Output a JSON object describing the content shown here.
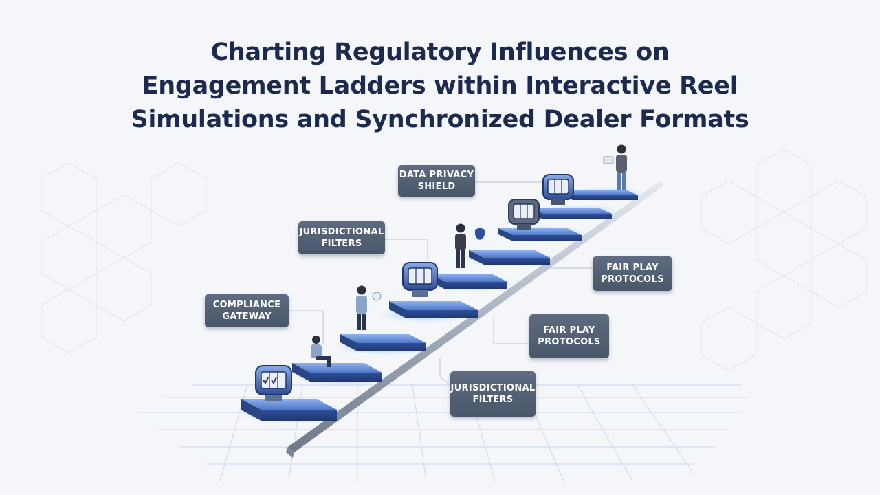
{
  "title": {
    "line1": "Charting Regulatory Influences on",
    "line2": "Engagement Ladders within Interactive Reel",
    "line3": "Simulations and Synchronized Dealer Formats"
  },
  "labels": {
    "data_privacy": {
      "line1": "DATA PRIVACY",
      "line2": "SHIELD"
    },
    "jurisdictional_upper": {
      "line1": "JURISDICTIONAL",
      "line2": "FILTERS"
    },
    "compliance": {
      "line1": "COMPLIANCE",
      "line2": "GATEWAY"
    },
    "fair_play_upper": {
      "line1": "FAIR PLAY",
      "line2": "PROTOCOLS"
    },
    "fair_play_lower": {
      "line1": "FAIR PLAY",
      "line2": "PROTOCOLS"
    },
    "jurisdictional_lower": {
      "line1": "JURISDICTIONAL",
      "line2": "FILTERS"
    }
  },
  "colors": {
    "title": "#1b2a4e",
    "label_bg": "#56627a",
    "step_blue": "#3d63b8",
    "glow": "#6fb4ff",
    "rail": "#9aa4b2"
  },
  "icons": [
    "slot-reel-icon",
    "person-icon",
    "shield-icon"
  ]
}
